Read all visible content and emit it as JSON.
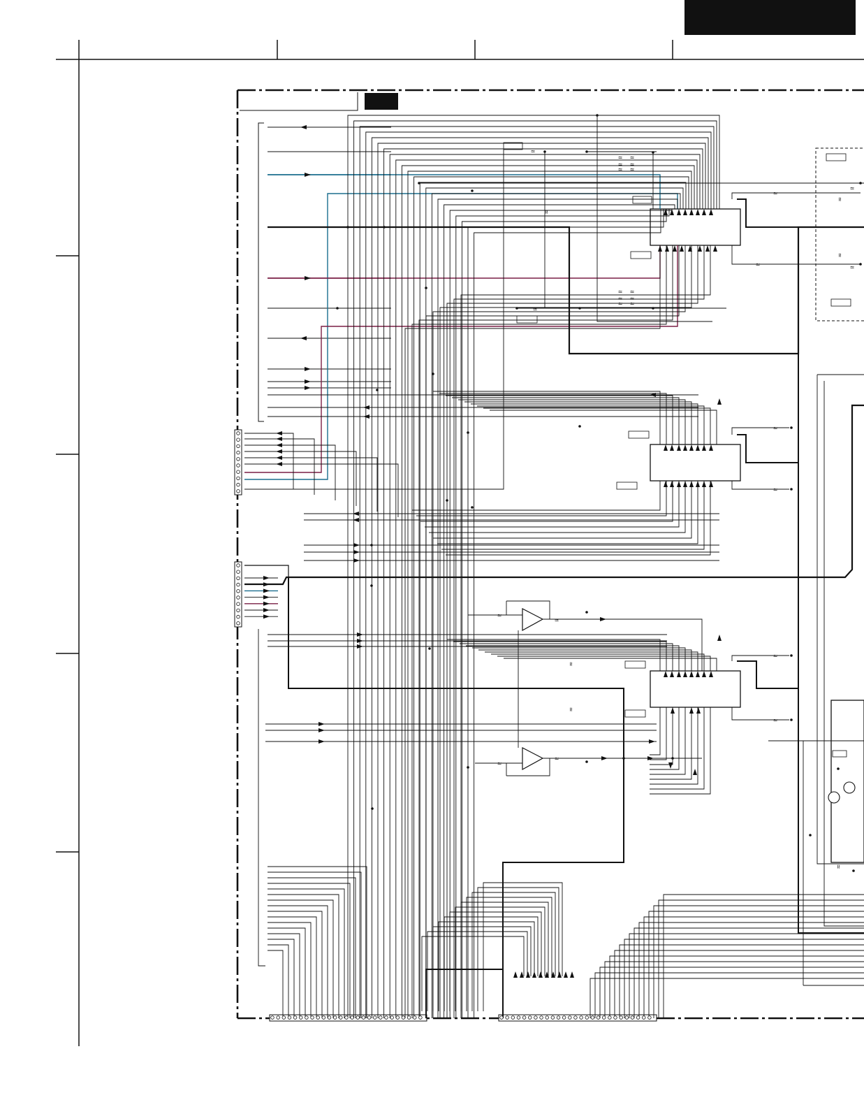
{
  "title_block": {
    "text": ""
  },
  "board_tag": {
    "text": ""
  },
  "colors": {
    "ink": "#111111",
    "paper": "#ffffff",
    "teal": "#1b6e8e",
    "maroon": "#7a1f45"
  },
  "blocks": {
    "ic_count": 3,
    "opamp_count": 2,
    "transistor_count": 2
  }
}
